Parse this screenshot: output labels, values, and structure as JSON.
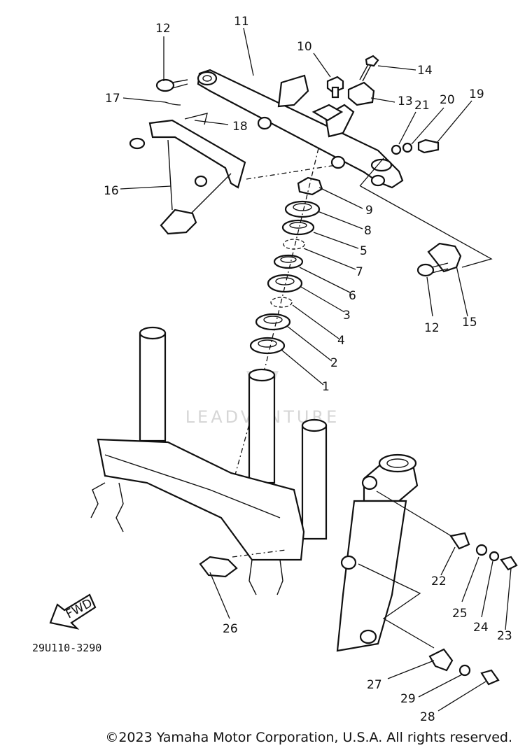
{
  "diagram": {
    "part_code": "29U110-3290",
    "fwd_label": "FWD",
    "watermark": "LEADVENTURE",
    "callouts": [
      "12",
      "11",
      "10",
      "14",
      "17",
      "18",
      "13",
      "21",
      "20",
      "19",
      "16",
      "9",
      "8",
      "5",
      "7",
      "6",
      "3",
      "4",
      "2",
      "1",
      "12",
      "15",
      "26",
      "22",
      "25",
      "24",
      "23",
      "27",
      "29",
      "28"
    ]
  },
  "footer": {
    "copyright": "©2023 Yamaha Motor Corporation, U.S.A. All rights reserved."
  }
}
